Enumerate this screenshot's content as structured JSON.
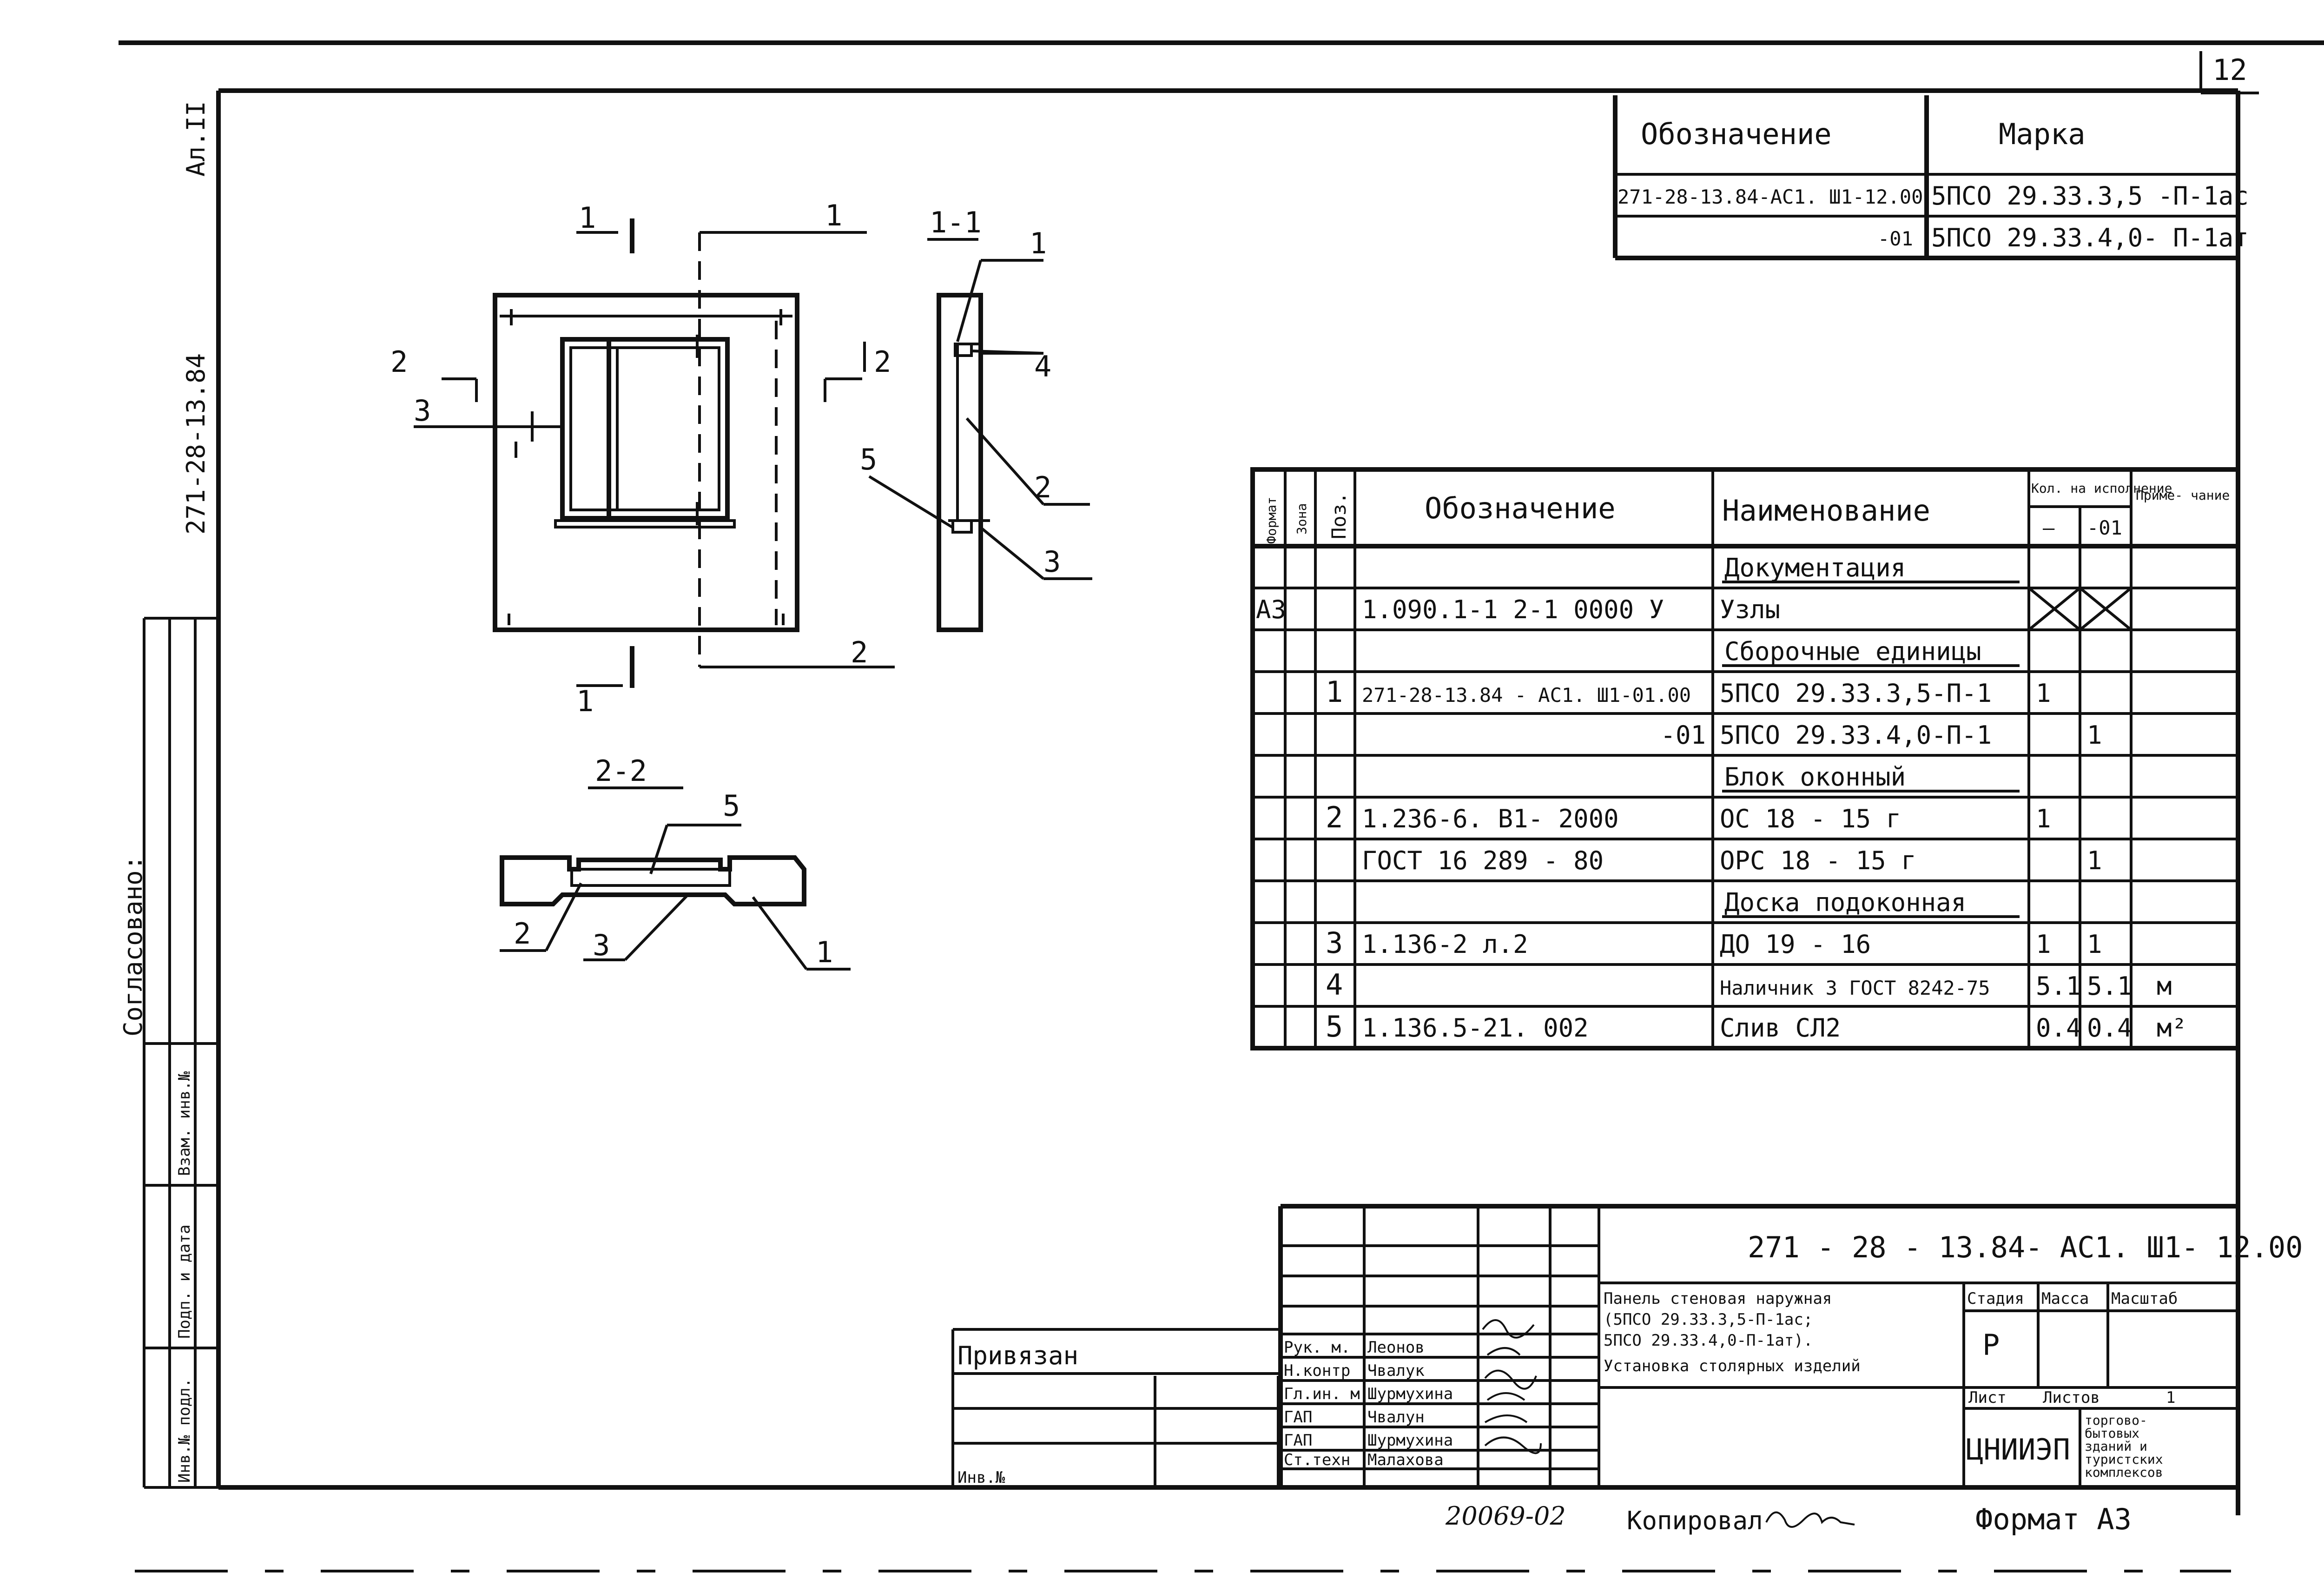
{
  "sheet_number": "12",
  "side_stamp": {
    "code": "271-28-13.84",
    "album": "Ал.II",
    "agreed": "Согласовано:",
    "fields": [
      "Взам. инв.№",
      "Подп. и дата",
      "Инв.№ подл."
    ]
  },
  "drawing": {
    "section_1_1": "1-1",
    "section_2_2": "2-2",
    "cut_1_top": "1",
    "cut_1_bottom": "1",
    "cut_2_left": "2",
    "cut_2_right": "2",
    "callouts": {
      "main_1": "1",
      "main_2": "2",
      "main_3": "3",
      "s11_1": "1",
      "s11_2": "2",
      "s11_3": "3",
      "s11_4": "4",
      "s11_5": "5",
      "s22_1": "1",
      "s22_2": "2",
      "s22_3": "3",
      "s22_5": "5"
    }
  },
  "mark_table": {
    "headers": [
      "Обозначение",
      "Марка"
    ],
    "rows": [
      [
        "271-28-13.84-АС1. Ш1-12.00",
        "5ПСО 29.33.3,5 -П-1ас"
      ],
      [
        "-01",
        "5ПСО 29.33.4,0- П-1ат"
      ]
    ]
  },
  "spec_table": {
    "headers": {
      "format": "Формат",
      "zone": "Зона",
      "pos": "Поз.",
      "designation": "Обозначение",
      "name": "Наименование",
      "qty": "Кол. на исполнение",
      "qty_a": "—",
      "qty_b": "-01",
      "note": "Приме- чание"
    },
    "rows": [
      {
        "format": "",
        "pos": "",
        "designation": "",
        "name": "Документация",
        "qa": "",
        "qb": "",
        "note": "",
        "section": true
      },
      {
        "format": "А3",
        "pos": "",
        "designation": "1.090.1-1 2-1 0000 У",
        "name": "Узлы",
        "qa": "",
        "qb": "",
        "note": "",
        "cross": true
      },
      {
        "format": "",
        "pos": "",
        "designation": "",
        "name": "Сборочные единицы",
        "qa": "",
        "qb": "",
        "note": "",
        "section": true
      },
      {
        "format": "",
        "pos": "1",
        "designation": "271-28-13.84 - АС1. Ш1-01.00",
        "name": "5ПСО 29.33.3,5-П-1",
        "qa": "1",
        "qb": "",
        "note": ""
      },
      {
        "format": "",
        "pos": "",
        "designation": "-01",
        "name": "5ПСО 29.33.4,0-П-1",
        "qa": "",
        "qb": "1",
        "note": ""
      },
      {
        "format": "",
        "pos": "",
        "designation": "",
        "name": "Блок оконный",
        "qa": "",
        "qb": "",
        "note": "",
        "section": true
      },
      {
        "format": "",
        "pos": "2",
        "designation": "1.236-6. В1- 2000",
        "name": "ОС 18 - 15 г",
        "qa": "1",
        "qb": "",
        "note": ""
      },
      {
        "format": "",
        "pos": "",
        "designation": "ГОСТ 16 289 - 80",
        "name": "ОРС 18 - 15 г",
        "qa": "",
        "qb": "1",
        "note": ""
      },
      {
        "format": "",
        "pos": "",
        "designation": "",
        "name": "Доска подоконная",
        "qa": "",
        "qb": "",
        "note": "",
        "section": true
      },
      {
        "format": "",
        "pos": "3",
        "designation": "1.136-2   л.2",
        "name": "ДО 19 - 16",
        "qa": "1",
        "qb": "1",
        "note": ""
      },
      {
        "format": "",
        "pos": "4",
        "designation": "",
        "name": "Наличник 3 ГОСТ 8242-75",
        "qa": "5.1",
        "qb": "5.1",
        "note": "м"
      },
      {
        "format": "",
        "pos": "5",
        "designation": "1.136.5-21. 002",
        "name": "Слив    СЛ2",
        "qa": "0.4",
        "qb": "0.4",
        "note": "м²"
      }
    ]
  },
  "title_block": {
    "code": "271 - 28 - 13.84- АС1. Ш1- 12.00",
    "title": "Панель стеновая наружная (5ПСО 29.33.3,5-П-1ас; 5ПСО 29.33.4,0-П-1ат). Установка столярных изделий",
    "title_lines": [
      "Панель стеновая наружная",
      "(5ПСО 29.33.3,5-П-1ас;",
      " 5ПСО 29.33.4,0-П-1ат).",
      "Установка столярных изделий"
    ],
    "stage_label": "Стадия",
    "mass_label": "Масса",
    "scale_label": "Масштаб",
    "stage": "Р",
    "sheet_label": "Лист",
    "sheets_label": "Листов",
    "sheets": "1",
    "org": "ЦНИИЭП",
    "org_note_lines": [
      "торгово-",
      "бытовых",
      "зданий и",
      "туристских",
      "комплексов"
    ],
    "attached": "Привязан",
    "inv_label": "Инв.№",
    "staff": [
      {
        "role": "Рук. м.",
        "name": "Леонов"
      },
      {
        "role": "Н.контр",
        "name": "Чвалук"
      },
      {
        "role": "Гл.ин. м",
        "name": "Шурмухина"
      },
      {
        "role": "ГАП",
        "name": "Чвалун"
      },
      {
        "role": "ГАП",
        "name": "Шурмухина"
      },
      {
        "role": "Ст.техн",
        "name": "Малахова"
      }
    ]
  },
  "footer": {
    "number": "20069-02",
    "copied": "Копировал",
    "format": "Формат А3"
  }
}
